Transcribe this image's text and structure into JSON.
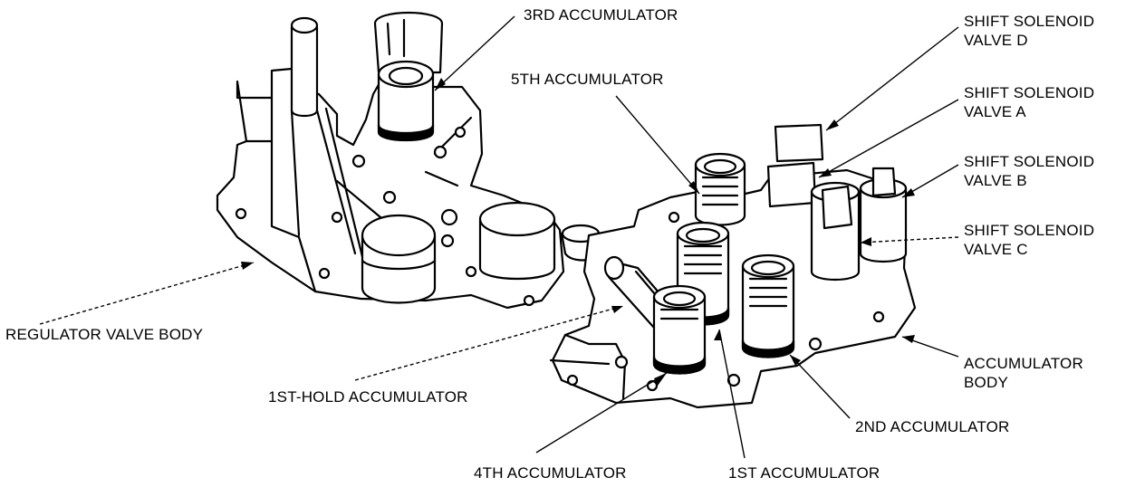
{
  "labels": {
    "accum3": "3RD ACCUMULATOR",
    "accum5": "5TH ACCUMULATOR",
    "ssv_d": [
      "SHIFT SOLENOID",
      "VALVE D"
    ],
    "ssv_a": [
      "SHIFT SOLENOID",
      "VALVE A"
    ],
    "ssv_b": [
      "SHIFT SOLENOID",
      "VALVE B"
    ],
    "ssv_c": [
      "SHIFT SOLENOID",
      "VALVE C"
    ],
    "regulator": "REGULATOR VALVE BODY",
    "accum_body": [
      "ACCUMULATOR",
      "BODY"
    ],
    "accum_1st_hold": "1ST-HOLD ACCUMULATOR",
    "accum2": "2ND ACCUMULATOR",
    "accum4": "4TH ACCUMULATOR",
    "accum1": "1ST ACCUMULATOR"
  }
}
